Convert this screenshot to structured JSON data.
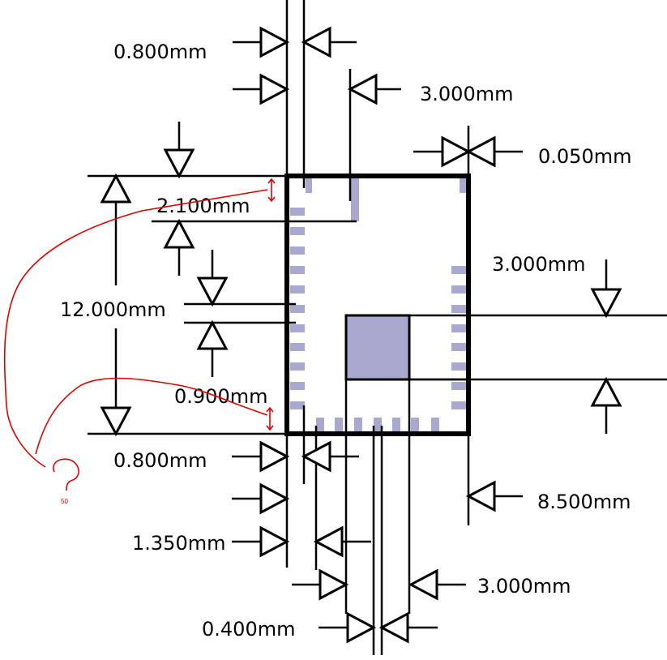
{
  "diagram": {
    "type": "footprint-dimension-drawing",
    "colors": {
      "pad": "#a9a9cf",
      "outline": "#000000",
      "annotation": "#e00000"
    },
    "dimensions": {
      "top_pin_width": "0.800mm",
      "top_pad_offset": "3.000mm",
      "corner_offset": "0.050mm",
      "top_row_height": "2.100mm",
      "body_height": "12.000mm",
      "pin_pitch": "0.900mm",
      "thermal_pad_height": "3.000mm",
      "bottom_pin_width": "0.800mm",
      "body_width": "8.500mm",
      "bottom_pin_offset": "1.350mm",
      "thermal_pad_width": "3.000mm",
      "bottom_gap": "0.400mm"
    },
    "annotation": {
      "mark": "?",
      "note": "50"
    }
  }
}
